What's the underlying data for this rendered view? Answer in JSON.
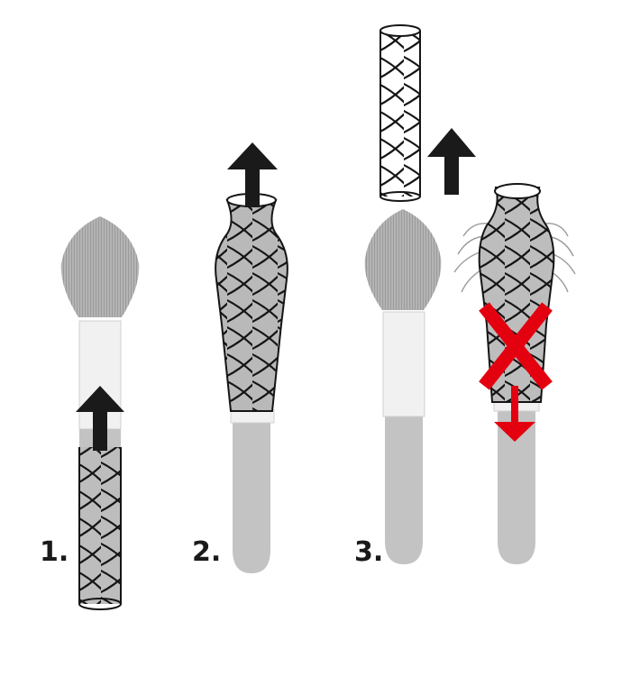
{
  "steps": [
    {
      "number": "1."
    },
    {
      "number": "2."
    },
    {
      "number": "3."
    }
  ],
  "colors": {
    "ink": "#1a1a1a",
    "bristle": "#b4b4b4",
    "ferrule": "#f1f1f1",
    "handle": "#c3c3c3",
    "net_shade": "#b8b8b8",
    "wrong": "#e3000f"
  },
  "icons": [
    "arrow-up-icon",
    "arrow-down-icon",
    "cross-icon",
    "makeup-brush-icon",
    "mesh-guard-icon"
  ]
}
